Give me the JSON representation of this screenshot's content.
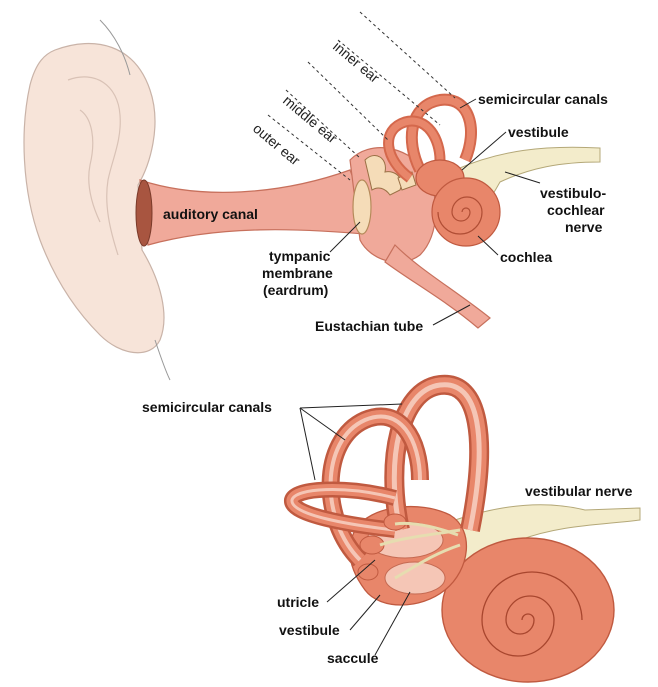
{
  "top_diagram": {
    "regions": {
      "inner_ear": "inner ear",
      "middle_ear": "middle ear",
      "outer_ear": "outer ear"
    },
    "labels": {
      "semicircular_canals": "semicircular canals",
      "vestibule": "vestibule",
      "vestibulo_cochlear_nerve": [
        "vestibulo-",
        "cochlear",
        "nerve"
      ],
      "auditory_canal": "auditory canal",
      "tympanic_membrane": [
        "tympanic",
        "membrane",
        "(eardrum)"
      ],
      "cochlea": "cochlea",
      "eustachian_tube": "Eustachian tube"
    }
  },
  "bottom_diagram": {
    "labels": {
      "semicircular_canals": "semicircular canals",
      "vestibular_nerve": "vestibular nerve",
      "utricle": "utricle",
      "vestibule": "vestibule",
      "saccule": "saccule"
    }
  },
  "colors": {
    "ear_skin": "#f7e4d9",
    "canal_pink": "#f0a99a",
    "inner_orange": "#e8866a",
    "inner_dark": "#d4684c",
    "nerve_cream": "#f3eccb"
  }
}
